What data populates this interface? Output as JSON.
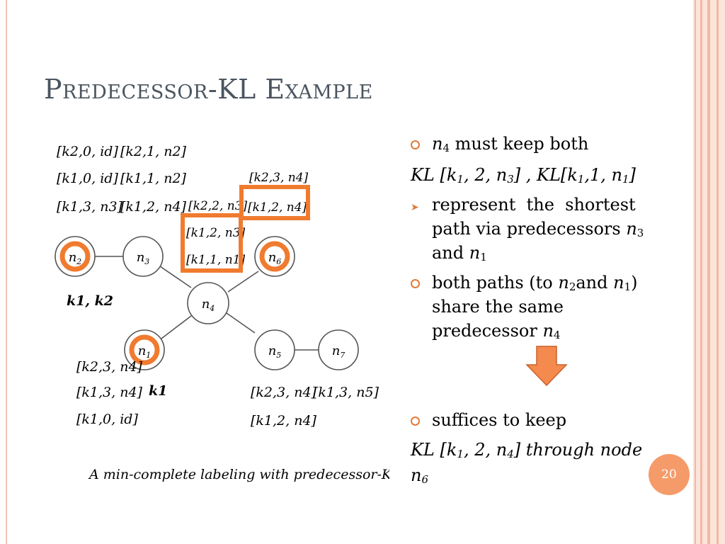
{
  "slide": {
    "title": "Predecessor-KL  Example",
    "page_number": "20"
  },
  "diagram": {
    "caption": "A min-complete labeling with predecessor-KL.",
    "nodes": [
      {
        "id": "n2",
        "label": "n",
        "sub": "2"
      },
      {
        "id": "n3",
        "label": "n",
        "sub": "3"
      },
      {
        "id": "n4",
        "label": "n",
        "sub": "4"
      },
      {
        "id": "n6",
        "label": "n",
        "sub": "6"
      },
      {
        "id": "n1",
        "label": "n",
        "sub": "1"
      },
      {
        "id": "n5",
        "label": "n",
        "sub": "5"
      },
      {
        "id": "n7",
        "label": "n",
        "sub": "7"
      }
    ],
    "node_annotations": {
      "n2": "k1, k2",
      "n1": "k1"
    },
    "label_groups": {
      "n2_labels": [
        "[k2,0, id]",
        "[k1,0, id]",
        "[k1,3, n3]"
      ],
      "n3_labels": [
        "[k2,1, n2]",
        "[k1,1, n2]",
        "[k1,2, n4]"
      ],
      "n4_labels": [
        "[k2,2, n3]",
        "[k1,2, n3]",
        "[k1,1, n1]"
      ],
      "n6_labels": [
        "[k2,3, n4]",
        "[k1,2, n4]"
      ],
      "n1_labels": [
        "[k2,3, n4]",
        "[k1,3, n4]",
        "[k1,0, id]"
      ],
      "n5_labels": [
        "[k2,3, n4]",
        "[k1,2, n4]"
      ],
      "n7_labels": [
        "[k1,3, n5]"
      ]
    }
  },
  "bullets": {
    "b1": {
      "pre": "n",
      "sub": "4",
      "post": " must keep both"
    },
    "line1": {
      "kl1_pre": "KL [k",
      "kl1_sub1": "1",
      "kl1_mid": ", 2, n",
      "kl1_sub2": "3",
      "kl1_post": "] ,",
      "kl2_pre": "KL[k",
      "kl2_sub1": "1",
      "kl2_mid": ",1, n",
      "kl2_sub2": "1",
      "kl2_post": "]"
    },
    "b2": {
      "text": "represent  the  shortest",
      "line2": "path via predecessors ",
      "n3_pre": "n",
      "n3_sub": "3",
      "line3": "and ",
      "n1_pre": "n",
      "n1_sub": "1"
    },
    "b3": {
      "line1_pre": "both paths (to ",
      "n2_pre": "n",
      "n2_sub": "2",
      "and": "and ",
      "n1_pre": "n",
      "n1_sub": "1",
      "close": ")",
      "line2": "share the same",
      "line3": "predecessor ",
      "n4_pre": "n",
      "n4_sub": "4"
    },
    "b4": {
      "text": "suffices to keep"
    },
    "line2": {
      "pre": "KL [k",
      "sub1": "1",
      "mid": ", 2, n",
      "sub2": "4",
      "post": "]  through node"
    },
    "line3": {
      "pre": "n",
      "sub": "6"
    }
  },
  "colors": {
    "accent": "#e07b3a",
    "highlight_box": "#f07b2f",
    "title": "#4b5560",
    "page_circle": "#f59b6a",
    "arrow_fill": "#f58a4e"
  },
  "icons": {
    "bullet": "circle-bullet-icon",
    "sub_bullet": "arrow-bullet-icon",
    "down_arrow": "down-arrow-icon"
  }
}
